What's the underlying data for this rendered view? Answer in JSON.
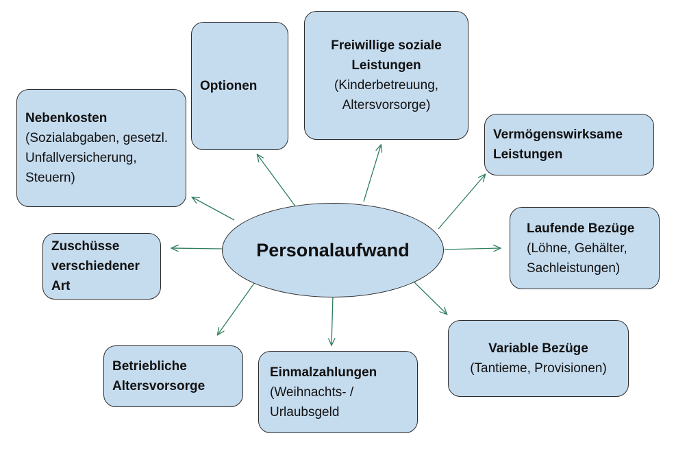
{
  "center": {
    "label": "Personalaufwand"
  },
  "nodes": {
    "optionen": {
      "title": "Optionen",
      "detail": ""
    },
    "freiwillige": {
      "title": "Freiwillige soziale Leistungen",
      "detail": "(Kinderbetreuung, Altersvorsorge)"
    },
    "nebenkosten": {
      "title": "Nebenkosten",
      "detail": "(Sozialabgaben, gesetzl. Unfallversicherung, Steuern)"
    },
    "vermoegen": {
      "title": "Vermögenswirksame Leistungen",
      "detail": ""
    },
    "laufende": {
      "title": "Laufende Bezüge",
      "detail": "(Löhne, Gehälter, Sachleistungen)"
    },
    "zuschuesse": {
      "title": "Zuschüsse verschiedener Art",
      "detail": ""
    },
    "variable": {
      "title": "Variable Bezüge",
      "detail": "(Tantieme, Provisionen)"
    },
    "betriebliche": {
      "title": "Betriebliche Altersvorsorge",
      "detail": ""
    },
    "einmal": {
      "title": "Einmalzahlungen",
      "detail": "(Weihnachts- / Urlaubsgeld"
    }
  },
  "colors": {
    "box_fill": "#c5dbee",
    "box_border": "#2b2b2b",
    "arrow": "#2e7d5b"
  }
}
